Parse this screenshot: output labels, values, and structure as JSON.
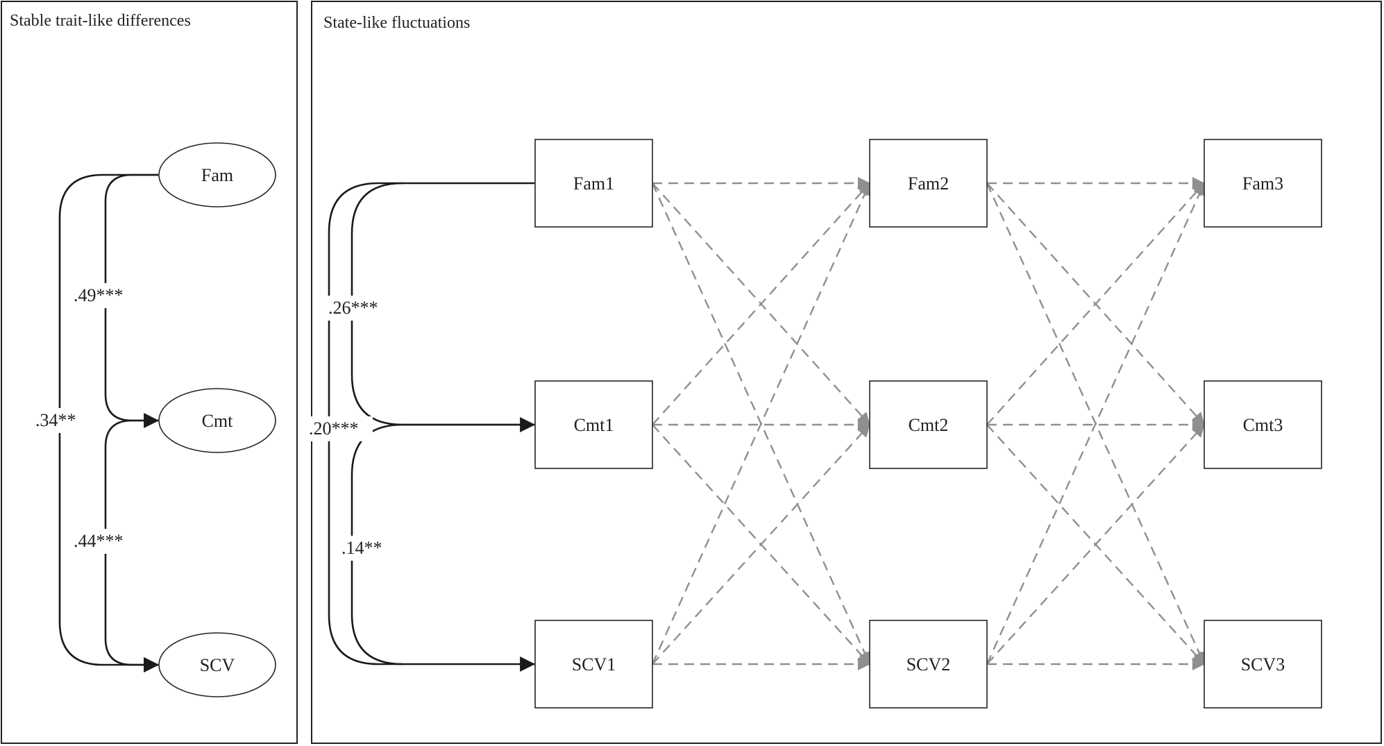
{
  "panels": {
    "trait": {
      "title": "Stable trait-like differences"
    },
    "state": {
      "title": "State-like fluctuations"
    }
  },
  "trait_nodes": {
    "fam": "Fam",
    "cmt": "Cmt",
    "scv": "SCV"
  },
  "state_nodes": {
    "fam1": "Fam1",
    "cmt1": "Cmt1",
    "scv1": "SCV1",
    "fam2": "Fam2",
    "cmt2": "Cmt2",
    "scv2": "SCV2",
    "fam3": "Fam3",
    "cmt3": "Cmt3",
    "scv3": "SCV3"
  },
  "coefficients": {
    "trait_fam_cmt": ".49***",
    "trait_cmt_scv": ".44***",
    "trait_fam_scv": ".34**",
    "state_fam1_cmt1": ".26***",
    "state_cmt1_scv1": ".14**",
    "state_fam1_scv1": ".20***"
  },
  "colors": {
    "solid_path": "#1a1a1a",
    "dashed_path": "#8f8f8f",
    "border": "#222222"
  }
}
